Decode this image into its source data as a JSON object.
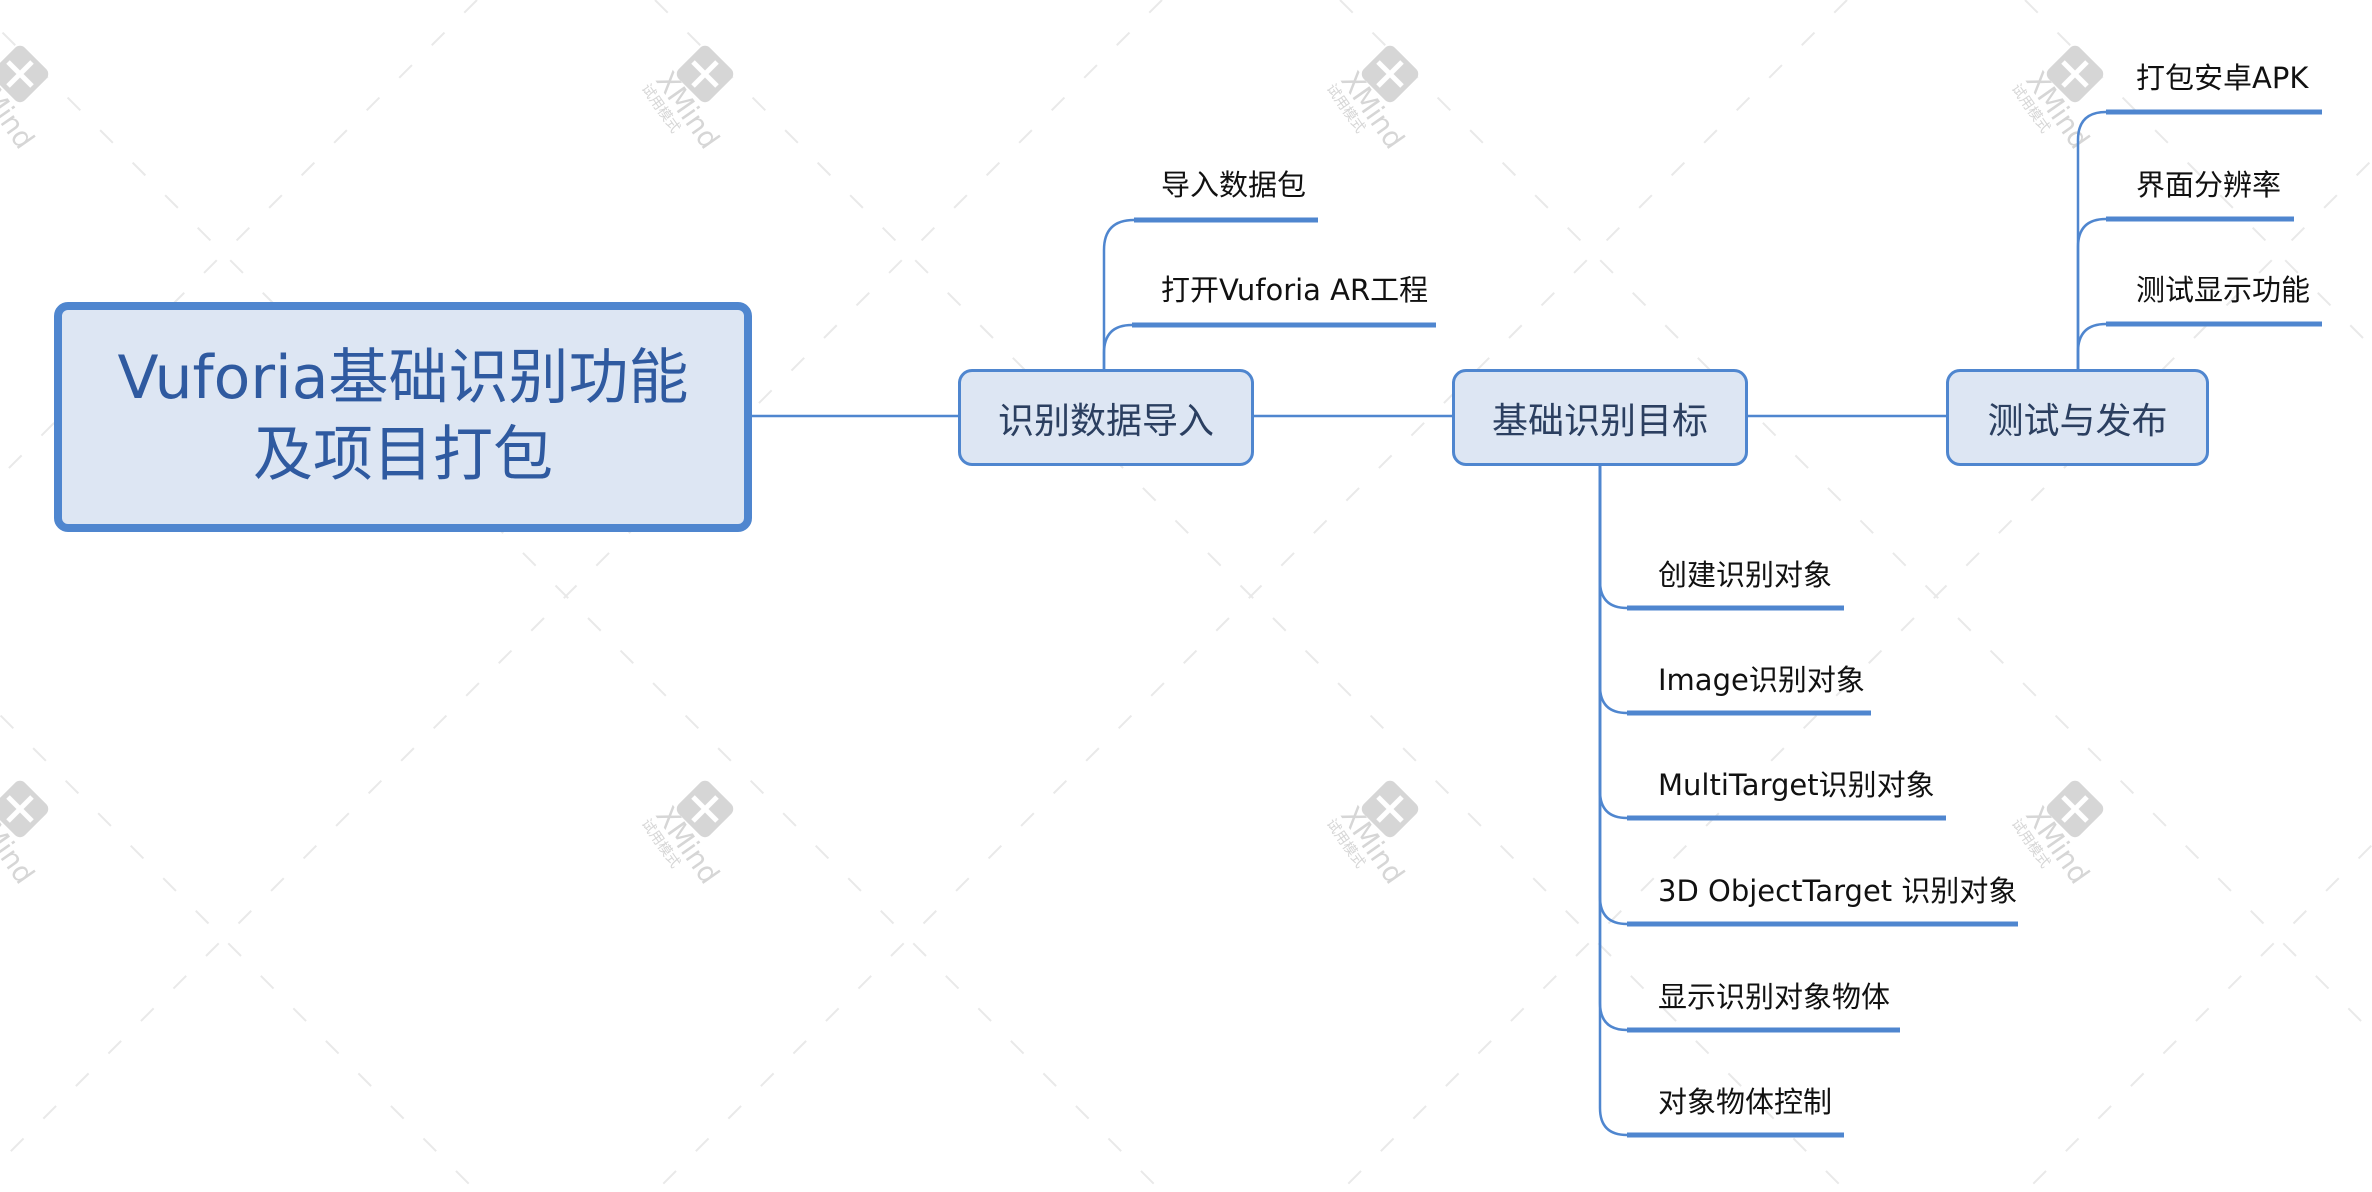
{
  "central_topic": {
    "line1": "Vuforia基础识别功能",
    "line2": "及项目打包"
  },
  "main_topics": [
    {
      "label": "识别数据导入",
      "subtopics": [
        "导入数据包",
        "打开Vuforia AR工程"
      ]
    },
    {
      "label": "基础识别目标",
      "subtopics": [
        "创建识别对象",
        "Image识别对象",
        "MultiTarget识别对象",
        "3D ObjectTarget 识别对象",
        "显示识别对象物体",
        "对象物体控制"
      ]
    },
    {
      "label": "测试与发布",
      "subtopics": [
        "打包安卓APK",
        "界面分辨率",
        "测试显示功能"
      ]
    }
  ],
  "watermark": {
    "text": "XMind",
    "subtext": "试用模式"
  },
  "colors": {
    "connector": "#4f86cf",
    "topic_fill": "#dde6f3",
    "topic_border": "#4f86cf",
    "central_text": "#2f5aa0",
    "underline": "#4f86cf",
    "watermark": "#d6d6d6"
  }
}
